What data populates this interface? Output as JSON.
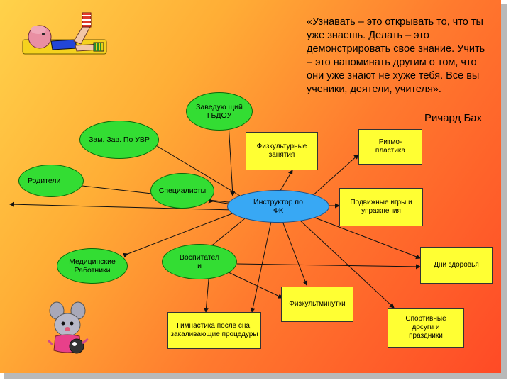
{
  "quote": {
    "text": "«Узнавать – это открывать то, что ты уже знаешь. Делать – это демонстрировать свое знание. Учить – это напоминать другим о том, что они уже знают не хуже тебя. Все вы ученики, деятели, учителя».",
    "author": "Ричард Бах"
  },
  "nodes": {
    "center": "Инструктор по ФК",
    "head": "Заведую щий ГБДОУ",
    "deputy": "Зам. Зав. По УВР",
    "parents": "Родители",
    "specialists": "Специалисты",
    "medical": "Медицинские Работники",
    "educators": "Воспитател и",
    "pe_classes": "Физкультурные занятия",
    "rhythmic": "Ритмо- пластика",
    "outdoor_games": "Подвижные игры и упражнения",
    "health_days": "Дни здоровья",
    "phys_minutes": "Физкультминутки",
    "gymnastics": "Гимнастика после сна, закаливающие процедуры",
    "sports_leisure": "Спортивные досуги и праздники"
  },
  "colors": {
    "ellipse_fill": "#33dd33",
    "center_fill": "#38a8f4",
    "box_fill": "#ffff33"
  }
}
